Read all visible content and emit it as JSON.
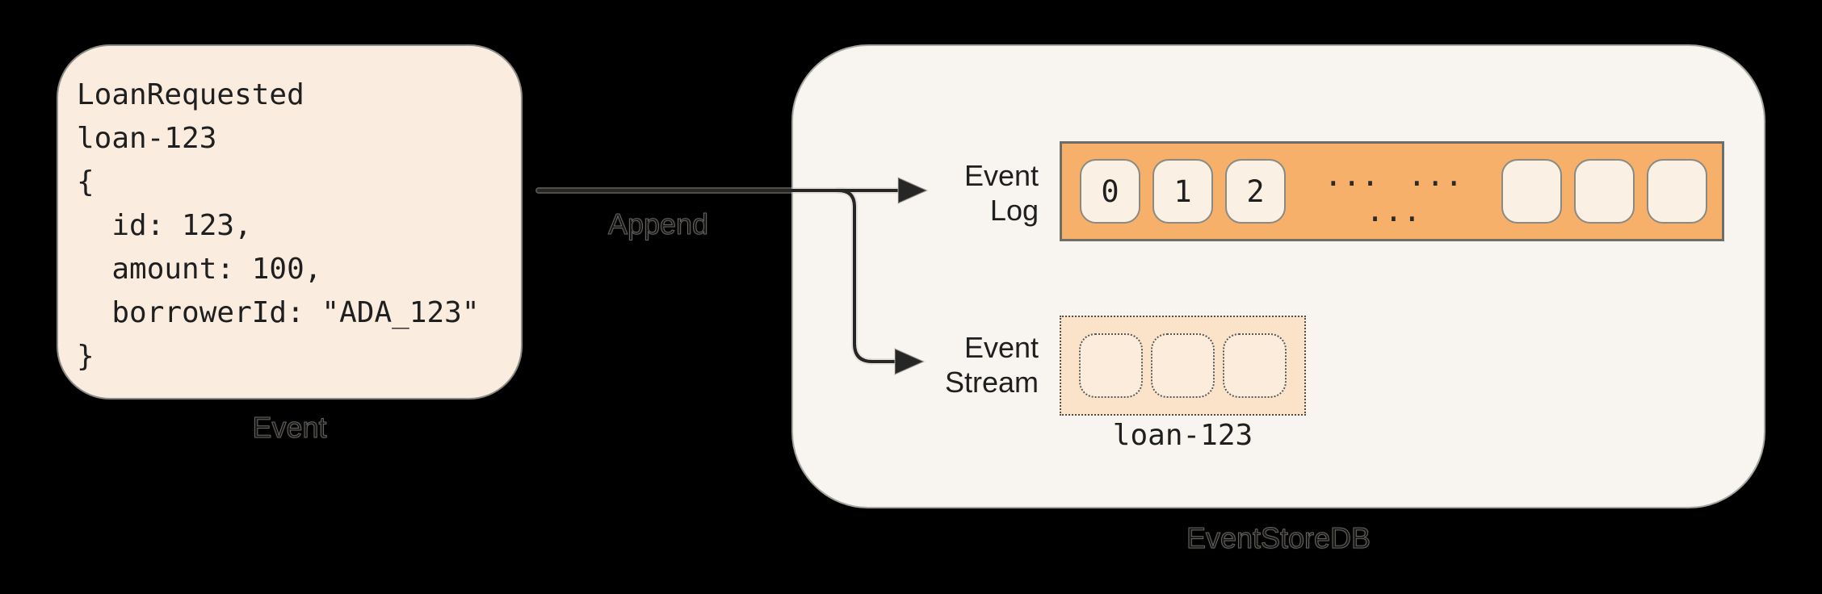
{
  "diagram": {
    "background": "#000000",
    "append_label": "Append",
    "event_box": {
      "caption": "Event",
      "code_lines": "LoanRequested\nloan-123\n{\n  id: 123,\n  amount: 100,\n  borrowerId: \"ADA_123\"\n}"
    },
    "eventstoredb": {
      "caption": "EventStoreDB",
      "event_log": {
        "label_lines": [
          "Event",
          "Log"
        ],
        "numbered_cells": [
          "0",
          "1",
          "2"
        ],
        "ellipsis": "... ... ...",
        "empty_cells": 3
      },
      "event_stream": {
        "label_lines": [
          "Event",
          "Stream"
        ],
        "empty_cells": 3,
        "stream_name": "loan-123"
      }
    },
    "colors": {
      "event_box_fill": "#FAECDE",
      "container_fill": "#F8F4F0",
      "log_bar_fill": "#F7B06A",
      "log_cell_fill": "#FBF0E4",
      "stream_box_fill": "#FAE3C9",
      "stream_cell_fill": "#FBECDB",
      "arrow": "#262626",
      "text": "#1F1F1F"
    }
  }
}
